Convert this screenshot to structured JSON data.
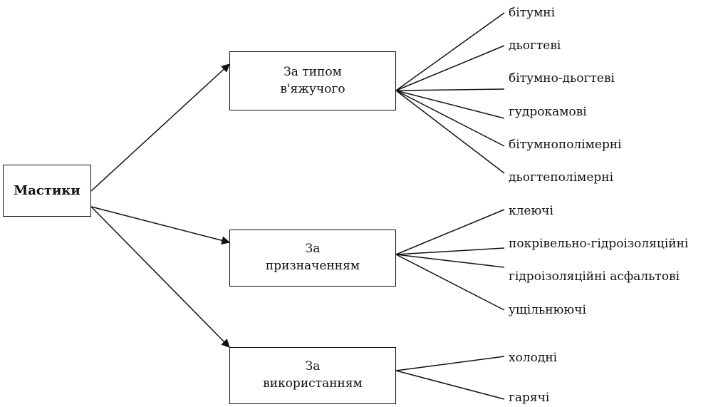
{
  "diagram": {
    "root": {
      "label": "Мастики"
    },
    "categories": [
      {
        "line1": "За типом",
        "line2": "в'яжучого",
        "items": [
          "бітумні",
          "дьогтеві",
          "бітумно-дьогтеві",
          "гудрокамові",
          "бітумнополімерні",
          "дьогтеполімерні"
        ]
      },
      {
        "line1": "За",
        "line2": "призначенням",
        "items": [
          "клеючі",
          "покрівельно-гідроізоляційні",
          "гідроізоляційні асфальтові",
          "ущільнюючі"
        ]
      },
      {
        "line1": "За",
        "line2": "використанням",
        "items": [
          "холодні",
          "гарячі"
        ]
      }
    ]
  }
}
